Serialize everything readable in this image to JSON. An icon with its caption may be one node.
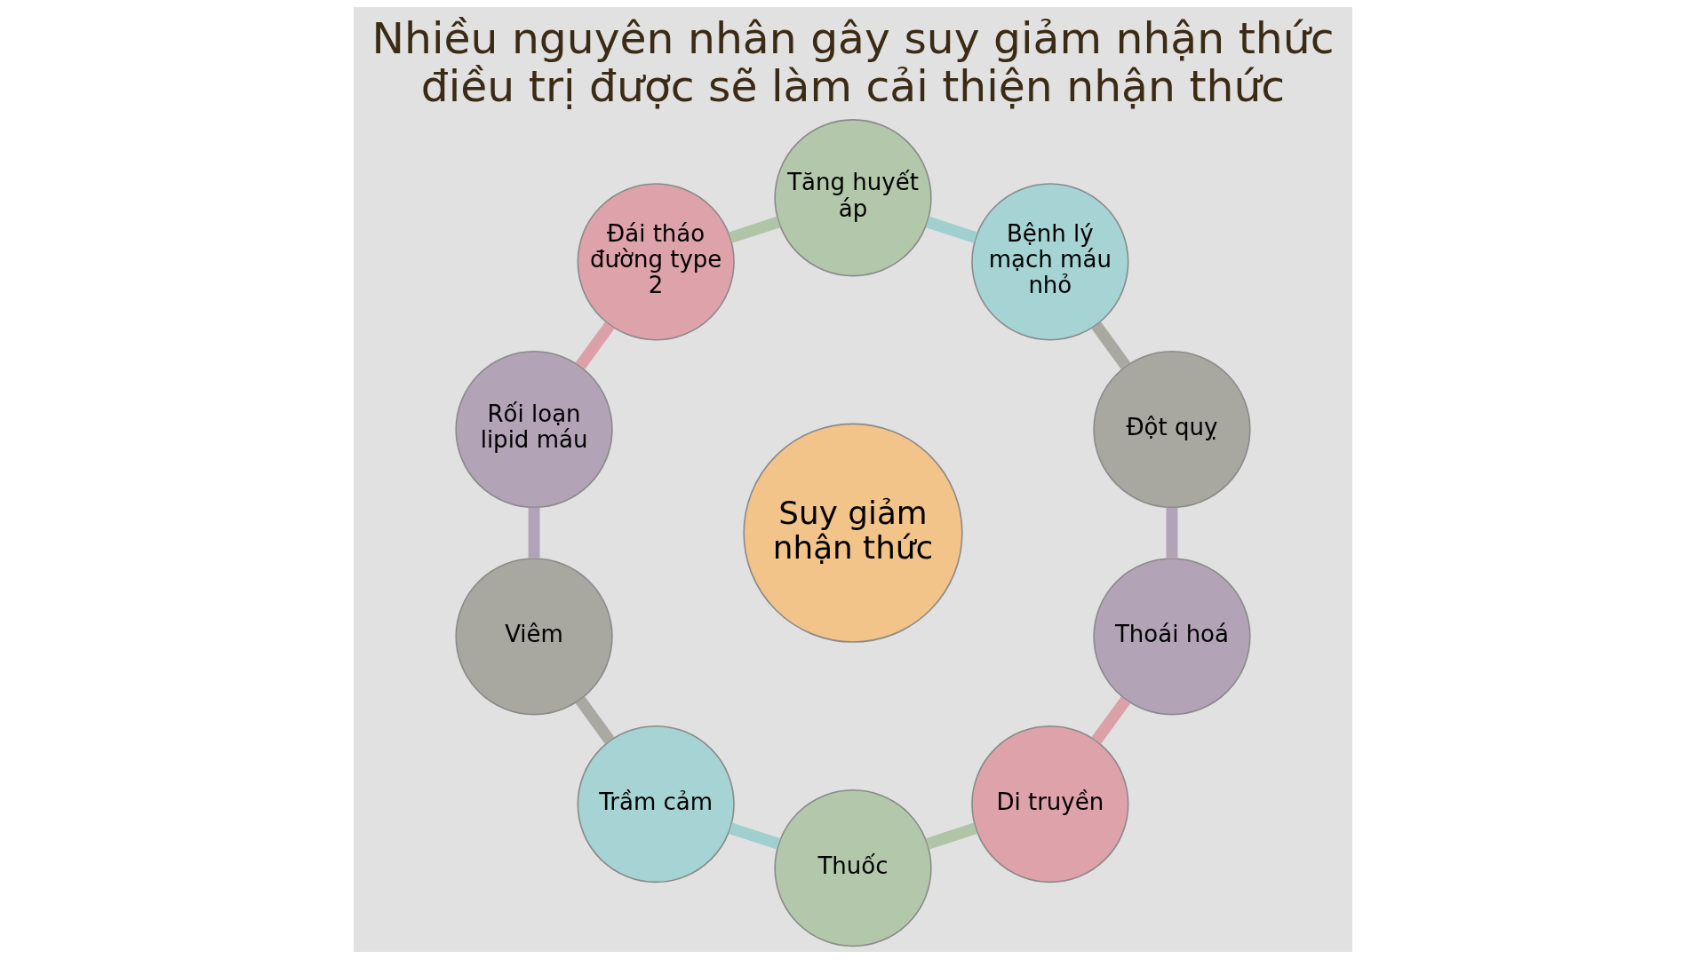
{
  "diagram": {
    "title": "Nhiều nguyên nhân gây suy giảm nhận thức điều trị được sẽ làm cải thiện nhận thức",
    "nodes": [
      {
        "text": [
          "Suy giảm nhận thức"
        ]
      },
      {
        "text": [
          "Đột quỵ"
        ]
      },
      {
        "text": [
          "Bệnh lý mạch máu nhỏ"
        ]
      },
      {
        "text": [
          "Tăng huyết áp"
        ]
      },
      {
        "text": [
          "Đái tháo đường type 2"
        ]
      },
      {
        "text": [
          "Rối loạn lipid máu"
        ]
      },
      {
        "text": [
          "Viêm"
        ]
      },
      {
        "text": [
          "Trầm cảm"
        ]
      },
      {
        "text": [
          "Thuốc"
        ]
      },
      {
        "text": [
          "Di truyền"
        ]
      },
      {
        "text": [
          "Thoái hoá"
        ]
      }
    ],
    "edges": [
      {
        "from": 1,
        "to": 2,
        "arrow": "none",
        "color": "#a9a9a1"
      },
      {
        "from": 2,
        "to": 3,
        "arrow": "none",
        "color": "#9fcfcf"
      },
      {
        "from": 3,
        "to": 4,
        "arrow": "none",
        "color": "#b0c4a8"
      },
      {
        "from": 4,
        "to": 5,
        "arrow": "none",
        "color": "#dba0a8"
      },
      {
        "from": 5,
        "to": 6,
        "arrow": "none",
        "color": "#b3a3b8"
      },
      {
        "from": 6,
        "to": 7,
        "arrow": "none",
        "color": "#a9a9a1"
      },
      {
        "from": 7,
        "to": 8,
        "arrow": "none",
        "color": "#9fcfcf"
      },
      {
        "from": 8,
        "to": 9,
        "arrow": "none",
        "color": "#b0c4a8"
      },
      {
        "from": 9,
        "to": 10,
        "arrow": "none",
        "color": "#dba0a8"
      },
      {
        "from": 10,
        "to": 1,
        "arrow": "none",
        "color": "#b3a3b8"
      }
    ]
  }
}
